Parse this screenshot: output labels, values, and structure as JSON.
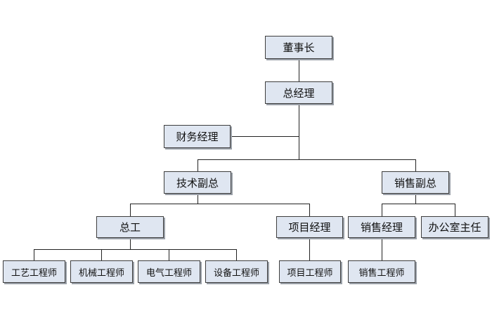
{
  "org_chart": {
    "chairman": "董事长",
    "general_manager": "总经理",
    "finance_manager": "财务经理",
    "tech_vp": "技术副总",
    "sales_vp": "销售副总",
    "chief_engineer": "总工",
    "project_manager": "项目经理",
    "sales_manager": "销售经理",
    "office_director": "办公室主任",
    "process_engineer": "工艺工程师",
    "mechanical_engineer": "机械工程师",
    "electrical_engineer": "电气工程师",
    "equipment_engineer": "设备工程师",
    "project_engineer": "项目工程师",
    "sales_engineer": "销售工程师"
  }
}
